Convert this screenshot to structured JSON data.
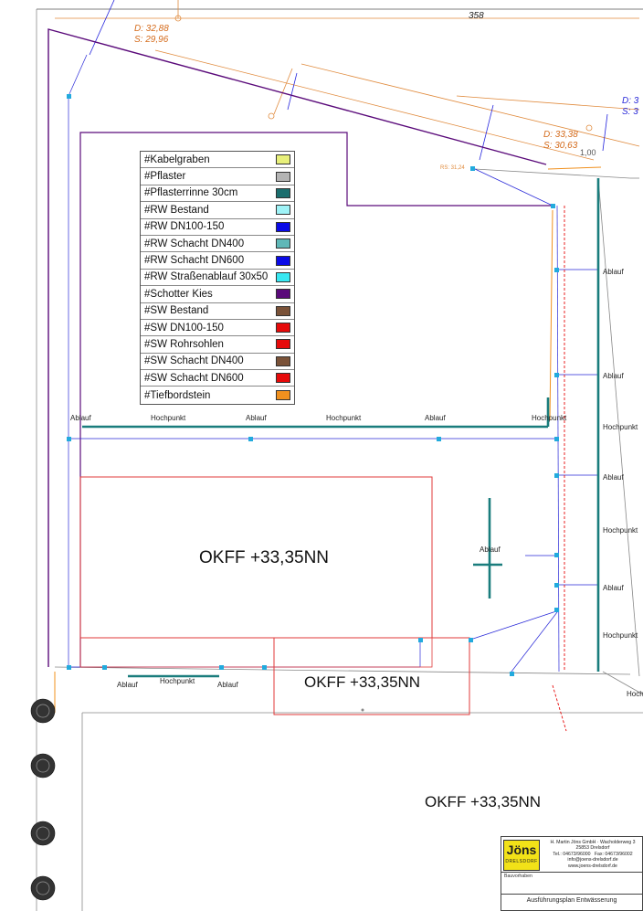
{
  "sheet_number": "358",
  "header_points": [
    {
      "d": "D: 32,88",
      "s": "S: 29,96"
    },
    {
      "d": "D: 33,38",
      "s": "S: 30,63"
    }
  ],
  "header_points_partial": {
    "d": "D: 3",
    "s": "S: 3"
  },
  "elevation_marker": "1,00",
  "rs_label": "RS: 31,24",
  "legend": [
    {
      "label": "#Kabelgraben",
      "color": "#e8f07a"
    },
    {
      "label": "#Pflaster",
      "color": "#b4b4b4"
    },
    {
      "label": "#Pflasterrinne 30cm",
      "color": "#1a6e6e"
    },
    {
      "label": "#RW Bestand",
      "color": "#9ff3f7"
    },
    {
      "label": "#RW DN100-150",
      "color": "#0a0ae6"
    },
    {
      "label": "#RW Schacht DN400",
      "color": "#5fb8b8"
    },
    {
      "label": "#RW Schacht DN600",
      "color": "#0a0ae6"
    },
    {
      "label": "#RW Straßenablauf 30x50",
      "color": "#38e8f2"
    },
    {
      "label": "#Schotter Kies",
      "color": "#5a0a7a"
    },
    {
      "label": "#SW Bestand",
      "color": "#7a5238"
    },
    {
      "label": "#SW DN100-150",
      "color": "#e60a0a"
    },
    {
      "label": "#SW Rohrsohlen",
      "color": "#e60a0a"
    },
    {
      "label": "#SW Schacht DN400",
      "color": "#7a5238"
    },
    {
      "label": "#SW Schacht DN600",
      "color": "#e60a0a"
    },
    {
      "label": "#Tiefbordstein",
      "color": "#f0901e"
    }
  ],
  "labels": {
    "ablauf": "Ablauf",
    "hochpunkt": "Hochpunkt"
  },
  "floor_levels": [
    "OKFF +33,35NN",
    "OKFF +33,35NN",
    "OKFF +33,35NN"
  ],
  "title_block": {
    "logo": "Jöns",
    "logo_sub": "DRELSDORF",
    "company": "H. Martin Jöns GmbH · Wacholderweg 3",
    "city": "25853 Drelsdorf",
    "phone": "Tel.: 04673/96000",
    "fax": "Fax: 04673/96002",
    "email": "info@joens-drelsdorf.de",
    "web": "www.joens-drelsdorf.de",
    "project_label": "Bauvorhaben",
    "drawing_title": "Ausführungsplan Entwässerung"
  }
}
